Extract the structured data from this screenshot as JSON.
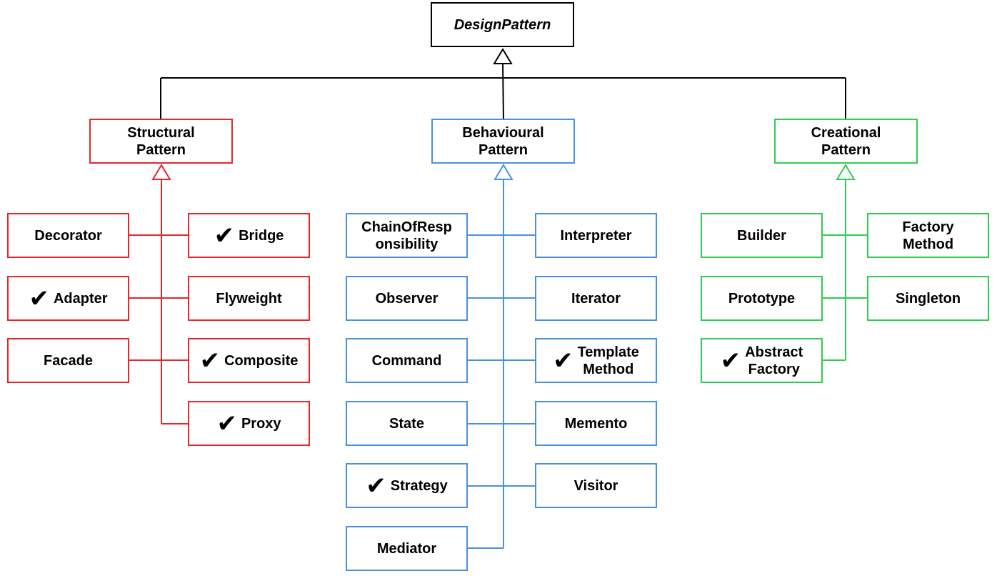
{
  "root": {
    "label": "DesignPattern"
  },
  "colors": {
    "structural": "#e8262a",
    "behavioural": "#4a90e2",
    "creational": "#2ecc51",
    "root": "#000000"
  },
  "check_mark": "✔",
  "categories": [
    {
      "id": "structural",
      "label": "Structural\nPattern"
    },
    {
      "id": "behavioural",
      "label": "Behavioural\nPattern"
    },
    {
      "id": "creational",
      "label": "Creational\nPattern"
    }
  ],
  "patterns": {
    "structural": [
      {
        "label": "Decorator",
        "checked": false
      },
      {
        "label": "Bridge",
        "checked": true
      },
      {
        "label": "Adapter",
        "checked": true
      },
      {
        "label": "Flyweight",
        "checked": false
      },
      {
        "label": "Facade",
        "checked": false
      },
      {
        "label": "Composite",
        "checked": true
      },
      {
        "label": "Proxy",
        "checked": true
      }
    ],
    "behavioural": [
      {
        "label": "ChainOfResp\nonsibility",
        "checked": false
      },
      {
        "label": "Interpreter",
        "checked": false
      },
      {
        "label": "Observer",
        "checked": false
      },
      {
        "label": "Iterator",
        "checked": false
      },
      {
        "label": "Command",
        "checked": false
      },
      {
        "label": "Template\nMethod",
        "checked": true
      },
      {
        "label": "State",
        "checked": false
      },
      {
        "label": "Memento",
        "checked": false
      },
      {
        "label": "Strategy",
        "checked": true
      },
      {
        "label": "Visitor",
        "checked": false
      },
      {
        "label": "Mediator",
        "checked": false
      }
    ],
    "creational": [
      {
        "label": "Builder",
        "checked": false
      },
      {
        "label": "Factory\nMethod",
        "checked": false
      },
      {
        "label": "Prototype",
        "checked": false
      },
      {
        "label": "Singleton",
        "checked": false
      },
      {
        "label": "Abstract\nFactory",
        "checked": true
      }
    ]
  }
}
